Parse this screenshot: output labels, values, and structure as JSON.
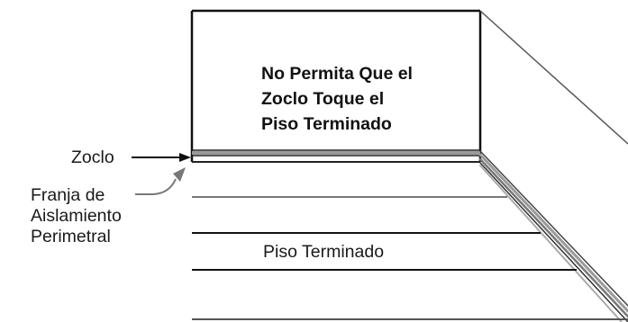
{
  "callout": {
    "line1": "No Permita Que el",
    "line2": "Zoclo Toque el",
    "line3": "Piso Terminado"
  },
  "labels": {
    "zoclo": "Zoclo",
    "franja_line1": "Franja de",
    "franja_line2": "Aislamiento",
    "franja_line3": "Perimetral",
    "piso": "Piso Terminado"
  },
  "colors": {
    "line": "#111111",
    "gray_band": "#9a9a9a"
  }
}
